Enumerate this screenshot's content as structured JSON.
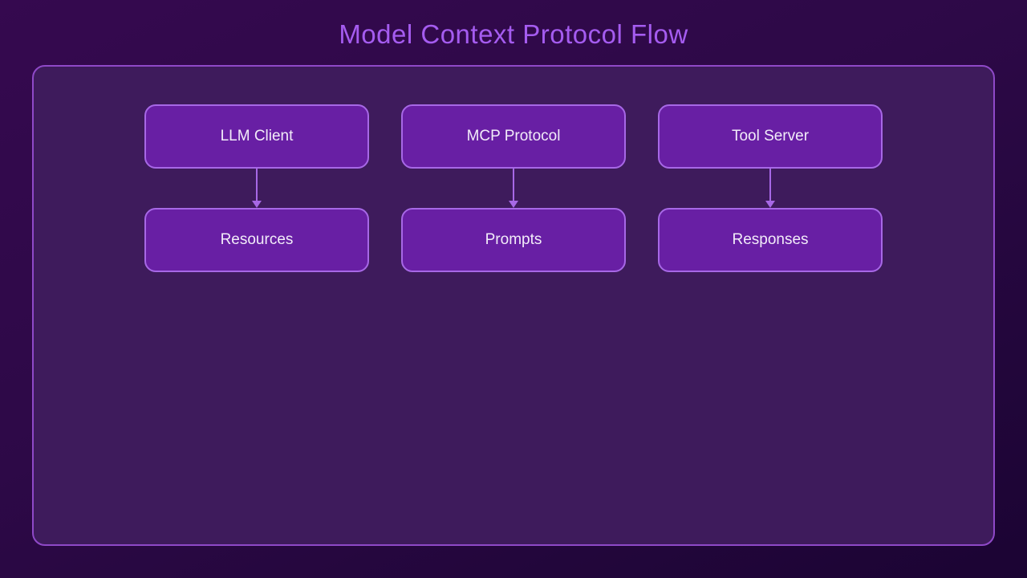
{
  "title": "Model Context Protocol Flow",
  "flow": {
    "columns": [
      {
        "top": "LLM Client",
        "bottom": "Resources"
      },
      {
        "top": "MCP Protocol",
        "bottom": "Prompts"
      },
      {
        "top": "Tool Server",
        "bottom": "Responses"
      }
    ],
    "edges": [
      {
        "from": "LLM Client",
        "to": "Resources"
      },
      {
        "from": "MCP Protocol",
        "to": "Prompts"
      },
      {
        "from": "Tool Server",
        "to": "Responses"
      }
    ]
  },
  "colors": {
    "page-bg-top": "#35094f",
    "page-bg-mid": "#2d0947",
    "page-bg-bottom": "#1b0433",
    "panel-bg": "#3e1b5c",
    "panel-border": "#8f49c8",
    "node-bg": "#681fa4",
    "node-border": "#a768e6",
    "node-text": "#f2ecf9",
    "arrow": "#a768e6",
    "title-text": "#a55cf0"
  }
}
